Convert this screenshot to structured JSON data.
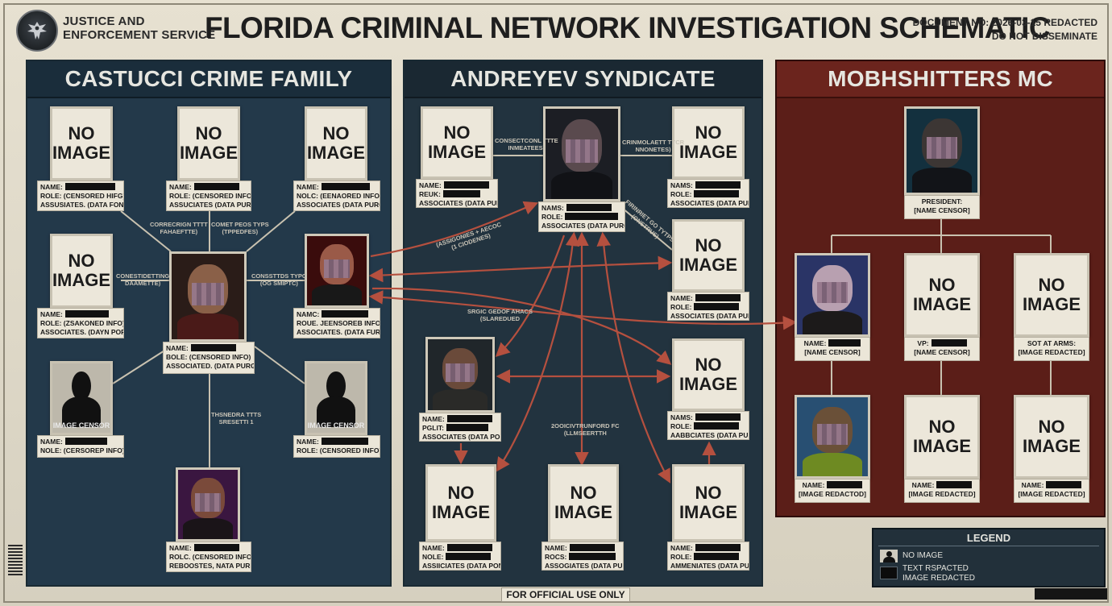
{
  "header": {
    "agency_line1": "JUSTICE AND",
    "agency_line2": "ENFORCEMENT SERVICE",
    "title": "FLORIDA CRIMINAL NETWORK INVESTIGATION SCHEMATIC",
    "doc_line1": "DOCUMENT NO: 2026-03-15 REDACTED",
    "doc_line2": "DO NOT DISSEMINATE",
    "seal_icon": "eagle-seal-icon"
  },
  "colors": {
    "castucci_panel": "#23394a",
    "andreyev_panel": "#22333f",
    "mob_panel": "#5b1e18",
    "link_line": "#c9c2b0",
    "arrow": "#b5503f"
  },
  "panels": {
    "castucci": {
      "title": "CASTUCCI CRIME FAMILY"
    },
    "andreyev": {
      "title": "ANDREYEV SYNDICATE"
    },
    "mob": {
      "title": "MOBHSHITTERS MC"
    }
  },
  "no_image": {
    "line1": "NO",
    "line2": "IMAGE"
  },
  "image_censor": "IMAGE CENSOR",
  "castucci": {
    "c1": {
      "l1": "NAME:",
      "l2": "ROLE: (CENSORED HIFG)",
      "l3": "ASSUSIATES. (DATA FONISD)"
    },
    "c2": {
      "l1": "NAME:",
      "l2": "ROLE: (CENSORED INFO)",
      "l3": "ASSUCIATES (DATA PUREEO)"
    },
    "c3": {
      "l1": "NAME:",
      "l2": "NOLC: (EENAORED INFO)",
      "l3": "ASSOCIATES (DATA PURGEG)"
    },
    "c4": {
      "l1": "NAME:",
      "l2": "ROLE: (ZSAKONED INFO)",
      "l3": "ASSOCIATES. (DAYN PORGED)"
    },
    "center": {
      "l1": "NAME:",
      "l2": "BOLE: (CENSORED INFO)",
      "l3": "ASSOCIATED. (DATA PURGEO)"
    },
    "c6": {
      "l1": "NAMC:",
      "l2": "ROUE. JEENSOREB INFO)",
      "l3": "ASSOCIATES. (DATA FURGED)"
    },
    "c7": {
      "l1": "NAME:",
      "l2": "NOLE: (CERSOREP INFO)"
    },
    "c8": {
      "l1": "NAME:",
      "l2": "ROLE: (CENSORED INFO)"
    },
    "c9": {
      "l1": "NAME:",
      "l2": "ROLC. (CENSORED INFO)",
      "l3": "REBOOSTES, NATA PUREEC)"
    },
    "labels": {
      "lk1a": "CORRECRIGN TTTT",
      "lk1b": "FAHAEFTTE)",
      "lk2a": "COMET PEOS TYPS",
      "lk2b": "(TPPEDFES)",
      "lk3a": "CONESTIDETTING",
      "lk3b": "DAAMETTE)",
      "lk4a": "CONSSTTDS TYPO",
      "lk4b": "(OG SMIPTC)",
      "lk5a": "THSNEDRA TTTS",
      "lk5b": "SRESETTI 1"
    }
  },
  "andreyev": {
    "a1": {
      "l1": "NAME:",
      "l2": "REUK:",
      "l3": "ASSOCIATES (DATA PURSED)"
    },
    "boss": {
      "l1": "NAMS:",
      "l2": "ROLE:",
      "l3": "ASSOCIATES (DATA PURGED)"
    },
    "a3": {
      "l1": "NAMS:",
      "l2": "ROLE:",
      "l3": "ASSOCIATES (DATA PURGED)"
    },
    "a4": {
      "l1": "NAME:",
      "l2": "ROLE:",
      "l3": "ASSOCIATES (DATA PURGED)"
    },
    "a5": {
      "l1": "NAME:",
      "l2": "PGLIT:",
      "l3": "ASSOCIATES (DATA PORGED)"
    },
    "a6": {
      "l1": "NAMS:",
      "l2": "ROLE:",
      "l3": "AABBCIATES (DATA PURGED)"
    },
    "a7": {
      "l1": "NAME:",
      "l2": "NOLE:",
      "l3": "ASSIICIATES (DATA PONGED)"
    },
    "a8": {
      "l1": "NAME:",
      "l2": "ROCS:",
      "l3": "ASSOGIATES (DATA PURGSS)"
    },
    "a9": {
      "l1": "NAME:",
      "l2": "ROLE:",
      "l3": "AMMENIATES (DATA PURGER)"
    },
    "labels": {
      "lk1a": "CONSECTCONL TTTE",
      "lk1b": "INMEATEES)",
      "lk2a": "CRINMOLAETT TYCR",
      "lk2b": "NNONETES)",
      "lk3a": "FIRINRIET GO TYTPS",
      "lk3b": "(ONSTRUS)",
      "lk4a": "(ASSIGONIES + AECOC",
      "lk4b": "(1 CIODENES)",
      "lk5a": "SRGIC GEDOF AHACS",
      "lk5b": "(SLAREDUED",
      "lk6a": "2OOICIVTRUNFORD FC",
      "lk6b": "(LLMSEERTTH"
    }
  },
  "mob": {
    "president": {
      "l1": "PRESIDENT:",
      "l2": "[NAME CENSOR]"
    },
    "m2": {
      "l1": "NAME:",
      "l2": "[NAME CENSOR]"
    },
    "vp": {
      "l1": "VP:",
      "l2": "[NAME CENSOR]"
    },
    "sgt": {
      "l1": "SOT AT ARMS:",
      "l2": "[IMAGE REDACTED]"
    },
    "m5": {
      "l1": "NAME:",
      "l2": "[IMAGE REDACTOD]"
    },
    "m6": {
      "l1": "NAME:",
      "l2": "[IMAGE REDACTED]"
    },
    "m7": {
      "l1": "NAME:",
      "l2": "[IMAGE REDACTED]"
    }
  },
  "legend": {
    "title": "LEGEND",
    "item1": "NO IMAGE",
    "item2a": "TEXT RSPACTED",
    "item2b": "IMAGE REDACTED"
  },
  "footer": "FOR OFFICIAL USE ONLY"
}
